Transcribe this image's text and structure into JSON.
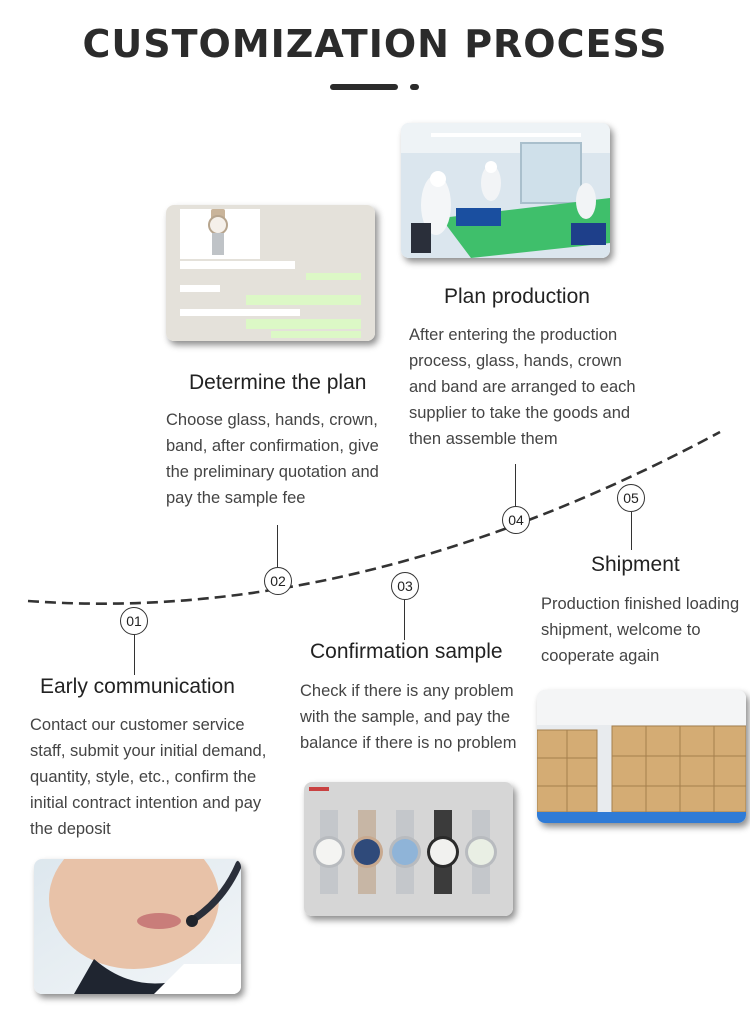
{
  "title": "CUSTOMIZATION PROCESS",
  "steps": [
    {
      "num": "01",
      "title": "Early communication",
      "desc": "Contact our customer service staff, submit your initial demand, quantity, style, etc., confirm the initial contract intention and pay the deposit",
      "image": "customer-service-headset-photo"
    },
    {
      "num": "02",
      "title": "Determine the plan",
      "desc": "Choose glass, hands, crown, band, after confirmation, give the preliminary quotation and pay the sample fee",
      "image": "chat-screenshot-photo"
    },
    {
      "num": "03",
      "title": "Confirmation sample",
      "desc": "Check if there is any problem with the sample, and pay the balance if there is no problem",
      "image": "watch-samples-photo"
    },
    {
      "num": "04",
      "title": "Plan production",
      "desc": "After entering the production process, glass, hands, crown and band are arranged to each supplier to take the goods and then assemble them",
      "image": "factory-workshop-photo"
    },
    {
      "num": "05",
      "title": "Shipment",
      "desc": "Production finished loading shipment, welcome to cooperate again",
      "image": "shipping-boxes-photo"
    }
  ],
  "colors": {
    "title": "#2b2b2b",
    "text": "#444444",
    "line": "#333333"
  }
}
